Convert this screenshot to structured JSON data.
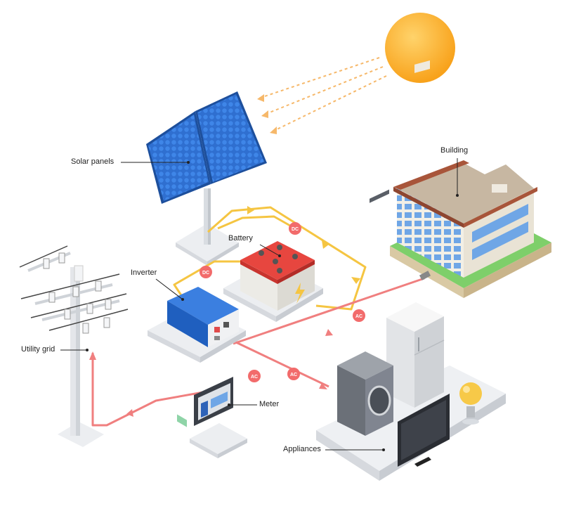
{
  "labels": {
    "solar_panels": "Solar panels",
    "building": "Building",
    "battery": "Battery",
    "inverter": "Inverter",
    "utility_grid": "Utility grid",
    "meter": "Meter",
    "appliances": "Appliances"
  },
  "current_tags": {
    "dc": "DC",
    "ac": "AC"
  },
  "colors": {
    "dc_line": "#f5c542",
    "ac_line": "#f07f7f",
    "tag_fill": "#f26b6b",
    "sun": "#fbb535",
    "panel": "#2f6fd0",
    "inverter": "#1f5fbf",
    "battery": "#e7463f",
    "roof": "#a8553a",
    "grass": "#7ecf6a"
  },
  "icons": {
    "sun": "sun-icon",
    "bulb": "light-bulb-icon",
    "bolt": "lightning-bolt-icon"
  }
}
